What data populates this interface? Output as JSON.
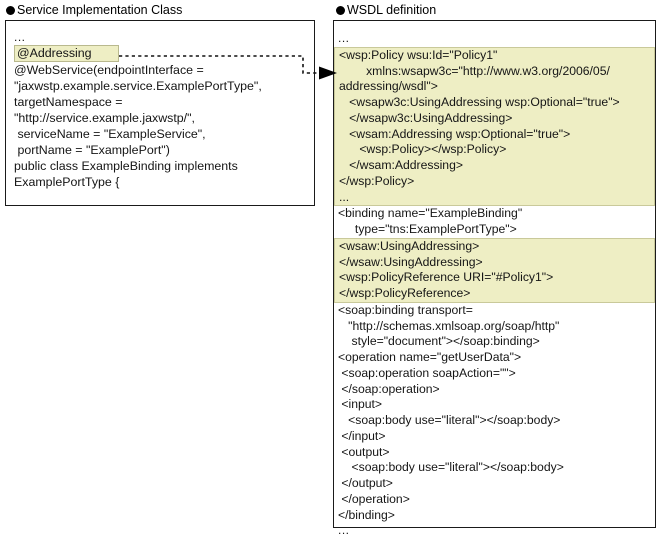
{
  "figure": {
    "left_caption": "Service Implementation Class",
    "right_caption": "WSDL definition",
    "bullet_icon": "filled-circle-bullet",
    "connector_icon": "dashed-arrow-right",
    "colors": {
      "highlight_fill": "#eeeec4",
      "highlight_border": "#c9c99a",
      "panel_border": "#1a1a1a",
      "text": "#151515",
      "background": "#ffffff"
    }
  },
  "left_panel": {
    "lines": [
      {
        "text": "...",
        "style": "dots"
      },
      {
        "text": "@Addressing",
        "style": "chip"
      },
      {
        "text": "@WebService(endpointInterface =",
        "style": "plain"
      },
      {
        "text": "\"jaxwstp.example.service.ExamplePortType\",",
        "style": "plain"
      },
      {
        "text": "targetNamespace =",
        "style": "plain"
      },
      {
        "text": "\"http://service.example.jaxwstp/\",",
        "style": "plain"
      },
      {
        "text": " serviceName = \"ExampleService\",",
        "style": "plain"
      },
      {
        "text": " portName = \"ExamplePort\")",
        "style": "plain"
      },
      {
        "text": "public class ExampleBinding implements",
        "style": "plain"
      },
      {
        "text": "ExamplePortType {",
        "style": "plain"
      }
    ]
  },
  "right_panel": {
    "pre_lines": [
      {
        "text": "...",
        "style": "dots"
      }
    ],
    "block_one": [
      {
        "text": "<wsp:Policy wsu:Id=\"Policy1\""
      },
      {
        "text": "        xmlns:wsapw3c=\"http://www.w3.org/2006/05/"
      },
      {
        "text": "addressing/wsdl\">"
      },
      {
        "text": "   <wsapw3c:UsingAddressing wsp:Optional=\"true\">"
      },
      {
        "text": "   </wsapw3c:UsingAddressing>"
      },
      {
        "text": "   <wsam:Addressing wsp:Optional=\"true\">"
      },
      {
        "text": "      <wsp:Policy></wsp:Policy>"
      },
      {
        "text": "   </wsam:Addressing>"
      },
      {
        "text": "</wsp:Policy>"
      },
      {
        "text": "..."
      }
    ],
    "mid_lines": [
      {
        "text": "<binding name=\"ExampleBinding\""
      },
      {
        "text": "     type=\"tns:ExamplePortType\">"
      }
    ],
    "block_two": [
      {
        "text": "<wsaw:UsingAddressing>"
      },
      {
        "text": "</wsaw:UsingAddressing>"
      },
      {
        "text": "<wsp:PolicyReference URI=\"#Policy1\">"
      },
      {
        "text": "</wsp:PolicyReference>"
      }
    ],
    "post_lines": [
      {
        "text": "<soap:binding transport="
      },
      {
        "text": "   \"http://schemas.xmlsoap.org/soap/http\""
      },
      {
        "text": "    style=\"document\"></soap:binding>"
      },
      {
        "text": "<operation name=\"getUserData\">"
      },
      {
        "text": " <soap:operation soapAction=\"\">"
      },
      {
        "text": " </soap:operation>"
      },
      {
        "text": " <input>"
      },
      {
        "text": "   <soap:body use=\"literal\"></soap:body>"
      },
      {
        "text": " </input>"
      },
      {
        "text": " <output>"
      },
      {
        "text": "    <soap:body use=\"literal\"></soap:body>"
      },
      {
        "text": " </output>"
      },
      {
        "text": " </operation>"
      },
      {
        "text": "</binding>"
      },
      {
        "text": "...",
        "style": "dots"
      }
    ]
  }
}
